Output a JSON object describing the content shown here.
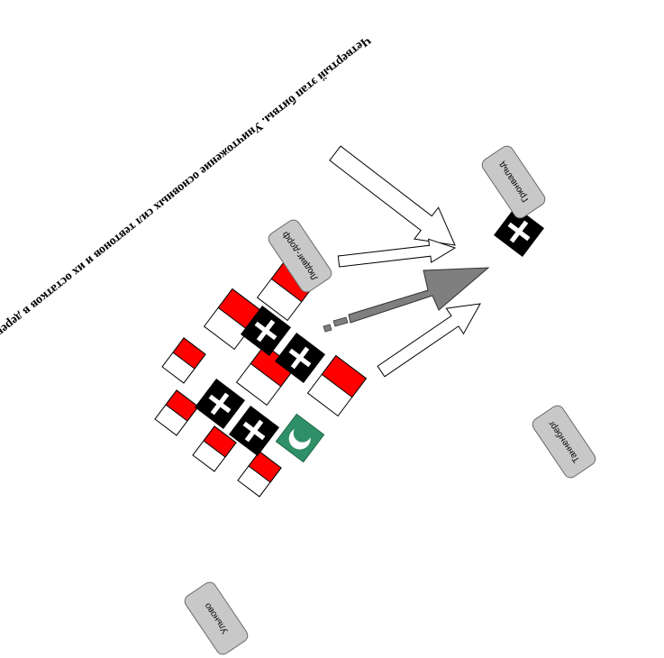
{
  "caption": "Четвертый этап битвы. Уничтожение основных сил тевтонов и их остатков в деревне Грюнвальд",
  "places": [
    {
      "name": "place-grunwald",
      "label": "Грюнвальд"
    },
    {
      "name": "place-ludwigsdorf",
      "label": "Людвиг-дорф"
    },
    {
      "name": "place-tannenberg",
      "label": "Танненберг"
    },
    {
      "name": "place-ulnowo",
      "label": "Ульново"
    }
  ],
  "colors": {
    "allied_red": "#ff0000",
    "teutonic_black": "#000000",
    "tatar_green": "#2f8f66",
    "main_arrow": "#7f7f7f",
    "place_fill": "#c8c8c8"
  },
  "icons": {
    "teutonic": "cross-icon",
    "tatar": "crescent-icon"
  }
}
